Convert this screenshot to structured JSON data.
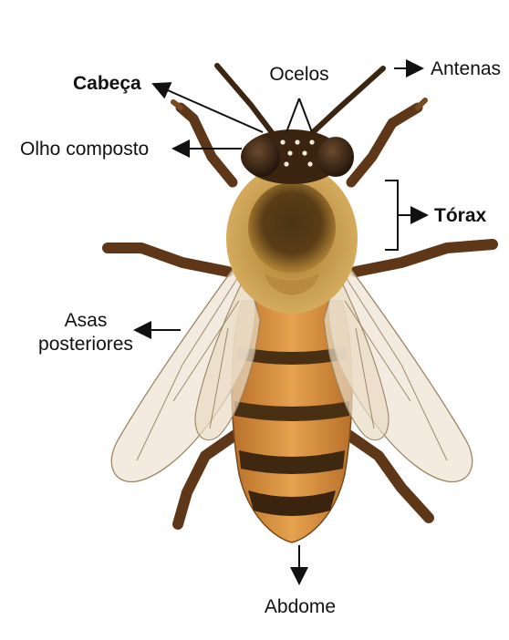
{
  "labels": {
    "head": "Cabeça",
    "ocelli": "Ocelos",
    "antennae": "Antenas",
    "compound_eye": "Olho composto",
    "thorax": "Tórax",
    "hind_wings_line1": "Asas",
    "hind_wings_line2": "posteriores",
    "abdomen": "Abdome"
  },
  "colors": {
    "body_dark": "#3b2410",
    "fur": "#b8863a",
    "abdomen_orange": "#d8913e",
    "abdomen_band": "#4a3012",
    "wing_fill": "#efe6d6",
    "leg": "#6b3f1d",
    "label_text": "#111111"
  }
}
